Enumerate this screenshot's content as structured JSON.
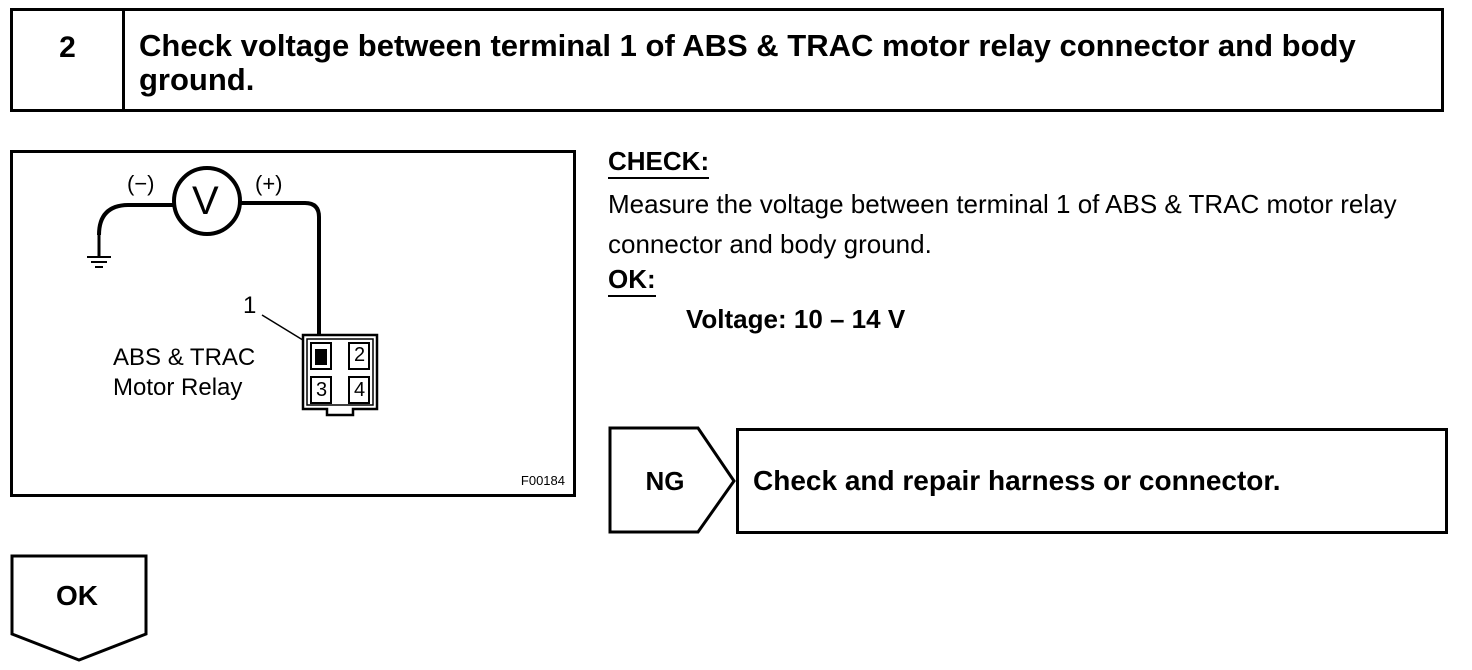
{
  "step": {
    "number": "2",
    "title": "Check voltage between terminal 1 of ABS & TRAC motor relay connector and body ground."
  },
  "figure": {
    "minus_label": "(−)",
    "plus_label": "(+)",
    "meter_symbol": "V",
    "terminal_callout": "1",
    "component_label_line1": "ABS & TRAC",
    "component_label_line2": "Motor Relay",
    "terminal_2": "2",
    "terminal_3": "3",
    "terminal_4": "4",
    "figure_code": "F00184"
  },
  "check": {
    "heading": "CHECK:",
    "text": "Measure the voltage between terminal 1 of ABS & TRAC motor relay connector and body ground."
  },
  "ok_spec": {
    "heading": "OK:",
    "value": "Voltage: 10 – 14 V"
  },
  "ng_branch": {
    "label": "NG",
    "action": "Check and repair harness or connector."
  },
  "ok_branch": {
    "label": "OK"
  }
}
